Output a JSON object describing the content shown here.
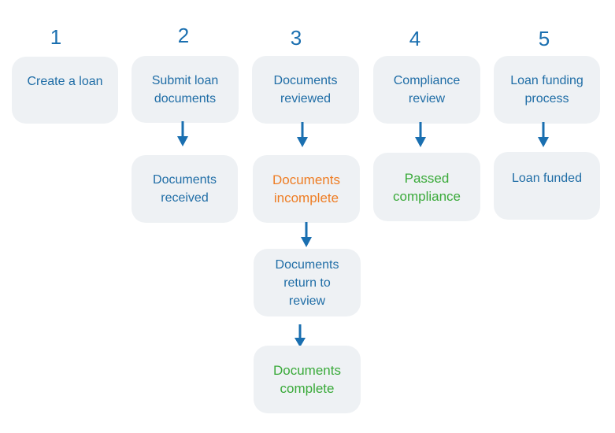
{
  "colors": {
    "number": "#1a6fb0",
    "text": "#1f6da6",
    "box": "#eef1f4",
    "incomplete": "#ee7d24",
    "complete": "#3aaa3a",
    "arrow": "#1a6fb0"
  },
  "steps": [
    {
      "number": "1",
      "label": "Create a loan",
      "outcomes": []
    },
    {
      "number": "2",
      "label": "Submit loan\ndocuments",
      "outcomes": [
        {
          "label": "Documents\nreceived",
          "status": "info"
        }
      ]
    },
    {
      "number": "3",
      "label": "Documents\nreviewed",
      "outcomes": [
        {
          "label": "Documents\nincomplete",
          "status": "incomplete"
        },
        {
          "label": "Documents\nreturn to\nreview",
          "status": "info"
        },
        {
          "label": "Documents\ncomplete",
          "status": "complete"
        }
      ]
    },
    {
      "number": "4",
      "label": "Compliance\nreview",
      "outcomes": [
        {
          "label": "Passed\ncompliance",
          "status": "complete"
        }
      ]
    },
    {
      "number": "5",
      "label": "Loan funding\nprocess",
      "outcomes": [
        {
          "label": "Loan funded",
          "status": "info"
        }
      ]
    }
  ]
}
